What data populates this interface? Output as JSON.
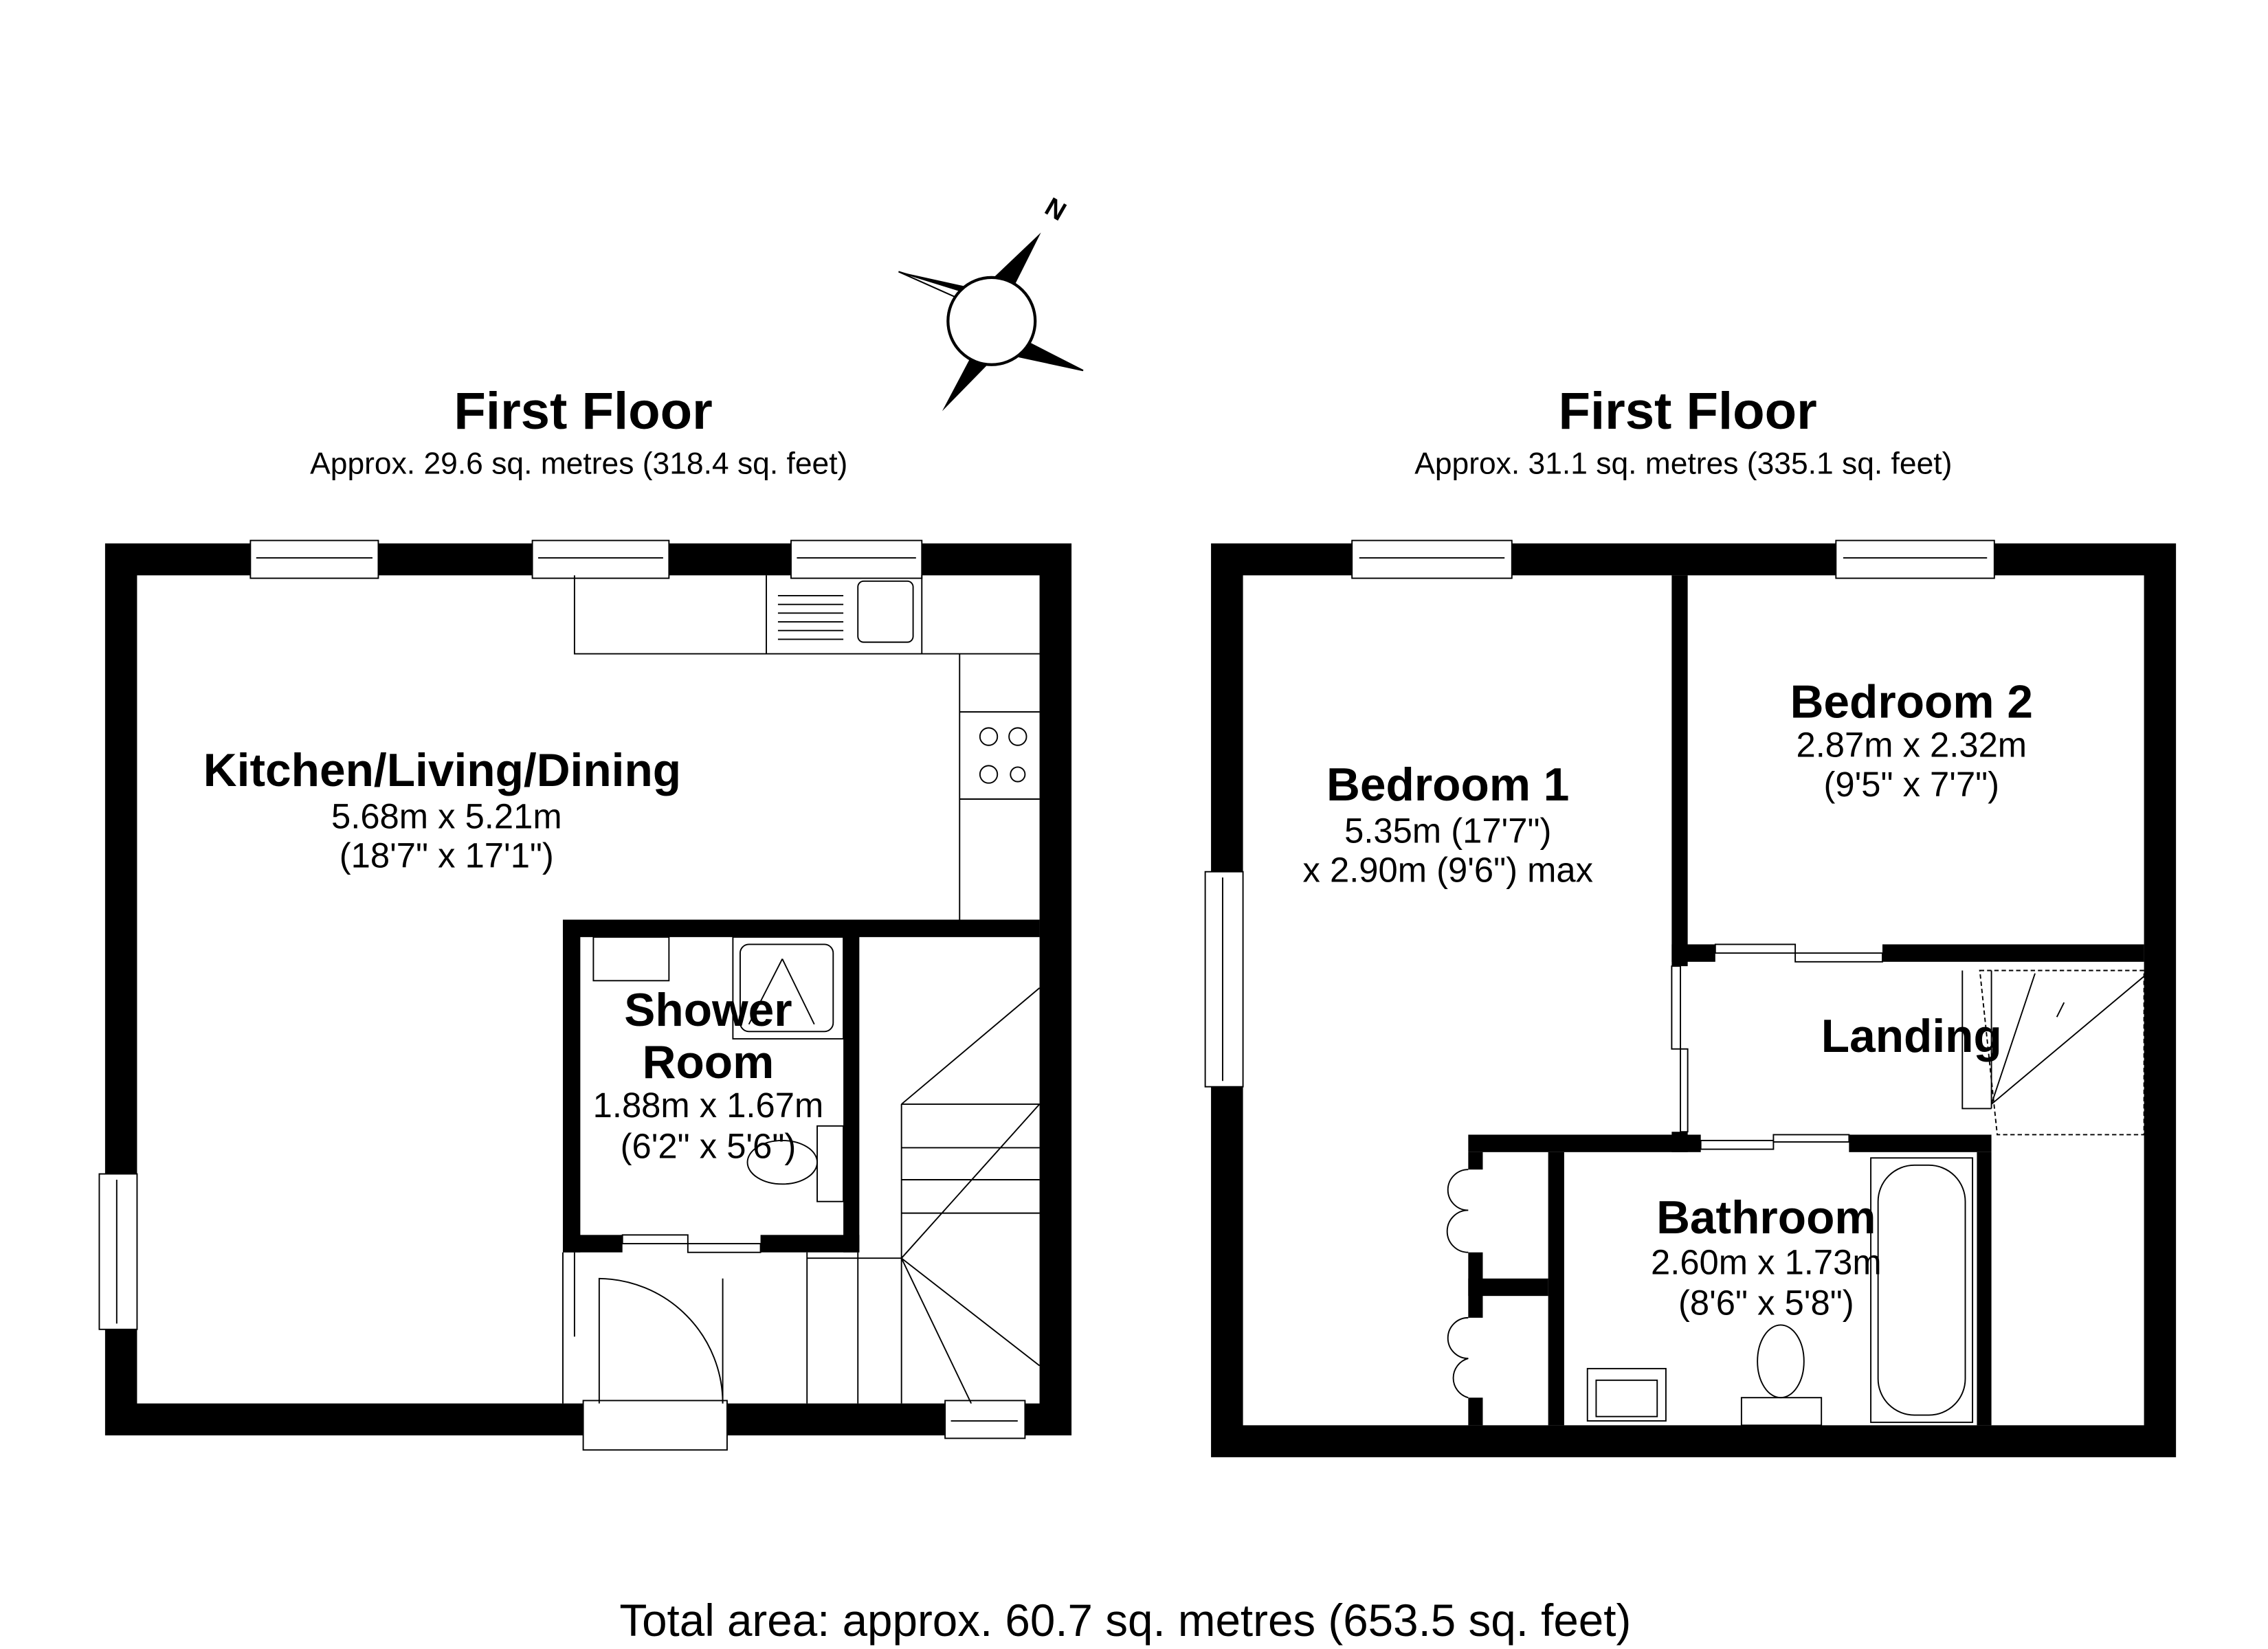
{
  "compass": {
    "north_label": "N"
  },
  "plans": [
    {
      "title": "First Floor",
      "area": "Approx. 29.6 sq. metres (318.4 sq. feet)",
      "rooms": [
        {
          "name": "Kitchen/Living/Dining",
          "dims": [
            "5.68m x 5.21m",
            "(18'7\" x 17'1\")"
          ]
        },
        {
          "name": "Shower",
          "name2": "Room",
          "dims": [
            "1.88m x 1.67m",
            "(6'2\" x 5'6\")"
          ]
        }
      ]
    },
    {
      "title": "First Floor",
      "area": "Approx. 31.1 sq. metres (335.1 sq. feet)",
      "rooms": [
        {
          "name": "Bedroom 1",
          "dims": [
            "5.35m (17'7\")",
            "x 2.90m (9'6\") max"
          ]
        },
        {
          "name": "Bedroom 2",
          "dims": [
            "2.87m x 2.32m",
            "(9'5\" x 7'7\")"
          ]
        },
        {
          "name": "Landing"
        },
        {
          "name": "Bathroom",
          "dims": [
            "2.60m x 1.73m",
            "(8'6\" x 5'8\")"
          ]
        }
      ]
    }
  ],
  "total_area": "Total area: approx. 60.7 sq. metres (653.5 sq. feet)"
}
